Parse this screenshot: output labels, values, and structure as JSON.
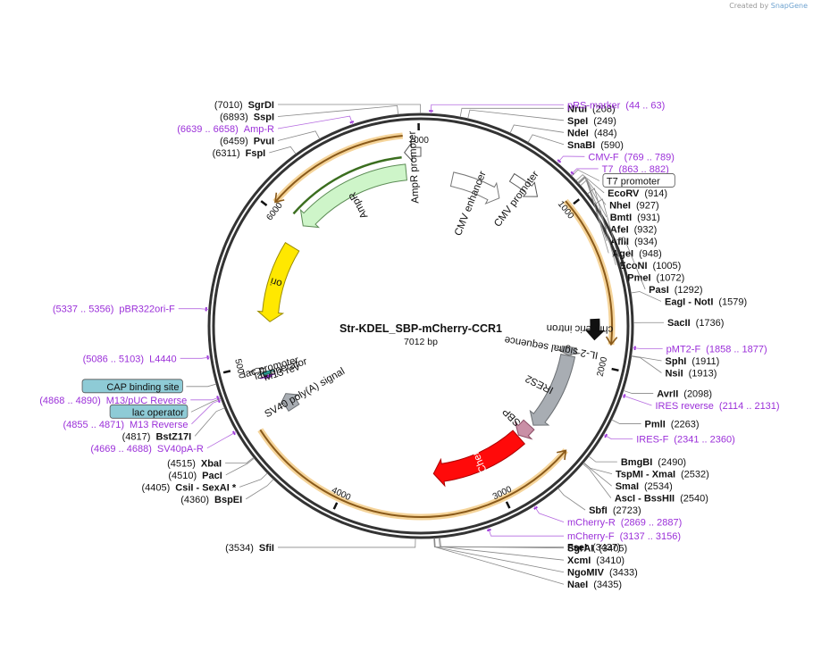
{
  "credit": {
    "prefix": "Created by",
    "brand": "SnapGene"
  },
  "map": {
    "name": "Str-KDEL_SBP-mCherry-CCR1",
    "size_label": "7012 bp",
    "length": 7012,
    "ticks": [
      "1000",
      "2000",
      "3000",
      "4000",
      "5000",
      "6000",
      "7000"
    ]
  },
  "colors": {
    "primer": "#9b30d9",
    "label": "#111111",
    "backbone": "#333333"
  },
  "features": [
    {
      "id": "cmv-enhancer",
      "label": "CMV enhancer",
      "kind": "enhancer",
      "start": 235,
      "end": 614,
      "strand": 1
    },
    {
      "id": "cmv-promoter",
      "label": "CMV promoter",
      "kind": "promoter",
      "start": 615,
      "end": 818,
      "strand": 1
    },
    {
      "id": "chimeric-intron",
      "label": "chimeric intron",
      "kind": "intron",
      "start": 1710,
      "end": 1842,
      "strand": 1
    },
    {
      "id": "il2-signal",
      "label": "IL-2 signal sequence",
      "kind": "cds",
      "start": 1910,
      "end": 1970,
      "strand": 1
    },
    {
      "id": "ires2",
      "label": "IRES2",
      "kind": "ires",
      "start": 1975,
      "end": 2560,
      "strand": 1
    },
    {
      "id": "sbp",
      "label": "SBP",
      "kind": "sbp",
      "start": 2580,
      "end": 2691,
      "strand": 1
    },
    {
      "id": "mcherry",
      "label": "mCherry",
      "kind": "mcherry",
      "start": 2700,
      "end": 3410,
      "strand": 1
    },
    {
      "id": "sv40-polya",
      "label": "SV40 poly(A) signal",
      "kind": "polya",
      "start": 4620,
      "end": 4741,
      "strand": 1
    },
    {
      "id": "m13-rev",
      "label": "M13 rev",
      "kind": "primerbind",
      "start": 4895,
      "end": 4912,
      "strand": 1
    },
    {
      "id": "lac-operator",
      "label": "lac operator",
      "kind": "operator",
      "start": 4920,
      "end": 4940,
      "strand": 1
    },
    {
      "id": "lac-promoter",
      "label": "lac promoter",
      "kind": "promoter2",
      "start": 4948,
      "end": 4978,
      "strand": 1
    },
    {
      "id": "ori",
      "label": "ori",
      "kind": "ori",
      "start": 5290,
      "end": 5875,
      "strand": -1
    },
    {
      "id": "ampr",
      "label": "AmpR",
      "kind": "ampr",
      "start": 6046,
      "end": 6906,
      "strand": -1
    },
    {
      "id": "ampr-promoter",
      "label": "AmpR promoter",
      "kind": "promoter",
      "start": 6907,
      "end": 7012,
      "strand": -1
    }
  ],
  "orf_arrows": [
    {
      "id": "orf-1",
      "start": 958,
      "end": 1862,
      "strand": 1
    },
    {
      "id": "orf-2",
      "start": 2545,
      "end": 4618,
      "strand": -1
    },
    {
      "id": "orf-3",
      "start": 6046,
      "end": 6906,
      "strand": -1
    }
  ],
  "right_labels": [
    {
      "pos": 208,
      "text": "NruI",
      "num": "(208)",
      "type": "enzyme",
      "style": "plain"
    },
    {
      "pos": 249,
      "text": "SpeI",
      "num": "(249)",
      "type": "enzyme",
      "style": "plain"
    },
    {
      "pos": 484,
      "text": "NdeI",
      "num": "(484)",
      "type": "enzyme",
      "style": "plain"
    },
    {
      "pos": 590,
      "text": "SnaBI",
      "num": "(590)",
      "type": "enzyme",
      "style": "plain"
    },
    {
      "pos": 779,
      "text": "CMV-F",
      "num": "(769 .. 789)",
      "type": "primer",
      "style": "plain"
    },
    {
      "pos": 872,
      "text": "T7",
      "num": "(863 .. 882)",
      "type": "primer",
      "style": "plain"
    },
    {
      "pos": 880,
      "text": "T7 promoter",
      "num": "",
      "type": "feature",
      "style": "boxed"
    },
    {
      "pos": 914,
      "text": "EcoRV",
      "num": "(914)",
      "type": "enzyme",
      "style": "plain"
    },
    {
      "pos": 927,
      "text": "NheI",
      "num": "(927)",
      "type": "enzyme",
      "style": "plain"
    },
    {
      "pos": 931,
      "text": "BmtI",
      "num": "(931)",
      "type": "enzyme",
      "style": "plain"
    },
    {
      "pos": 932,
      "text": "AfeI",
      "num": "(932)",
      "type": "enzyme",
      "style": "plain"
    },
    {
      "pos": 934,
      "text": "AflII",
      "num": "(934)",
      "type": "enzyme",
      "style": "plain"
    },
    {
      "pos": 948,
      "text": "AgeI",
      "num": "(948)",
      "type": "enzyme",
      "style": "plain"
    },
    {
      "pos": 1005,
      "text": "EcoNI",
      "num": "(1005)",
      "type": "enzyme",
      "style": "plain"
    },
    {
      "pos": 1072,
      "text": "PmeI",
      "num": "(1072)",
      "type": "enzyme",
      "style": "plain"
    },
    {
      "pos": 1292,
      "text": "PasI",
      "num": "(1292)",
      "type": "enzyme",
      "style": "plain"
    },
    {
      "pos": 1579,
      "text": "EagI  - NotI",
      "num": "(1579)",
      "type": "enzyme",
      "style": "plain"
    },
    {
      "pos": 1736,
      "text": "SacII",
      "num": "(1736)",
      "type": "enzyme",
      "style": "plain"
    },
    {
      "pos": 1868,
      "text": "pMT2-F",
      "num": "(1858 .. 1877)",
      "type": "primer",
      "style": "plain"
    },
    {
      "pos": 1911,
      "text": "SphI",
      "num": "(1911)",
      "type": "enzyme",
      "style": "plain"
    },
    {
      "pos": 1913,
      "text": "NsiI",
      "num": "(1913)",
      "type": "enzyme",
      "style": "plain"
    },
    {
      "pos": 2098,
      "text": "AvrII",
      "num": "(2098)",
      "type": "enzyme",
      "style": "plain"
    },
    {
      "pos": 2123,
      "text": "IRES reverse",
      "num": "(2114 .. 2131)",
      "type": "primer",
      "style": "plain"
    },
    {
      "pos": 2263,
      "text": "PmlI",
      "num": "(2263)",
      "type": "enzyme",
      "style": "plain"
    },
    {
      "pos": 2351,
      "text": "IRES-F",
      "num": "(2341 .. 2360)",
      "type": "primer",
      "style": "plain"
    },
    {
      "pos": 2490,
      "text": "BmgBI",
      "num": "(2490)",
      "type": "enzyme",
      "style": "plain"
    },
    {
      "pos": 2532,
      "text": "TspMI  - XmaI",
      "num": "(2532)",
      "type": "enzyme",
      "style": "plain"
    },
    {
      "pos": 2534,
      "text": "SmaI",
      "num": "(2534)",
      "type": "enzyme",
      "style": "plain"
    },
    {
      "pos": 2540,
      "text": "AscI  - BssHII",
      "num": "(2540)",
      "type": "enzyme",
      "style": "plain"
    },
    {
      "pos": 2723,
      "text": "SbfI",
      "num": "(2723)",
      "type": "enzyme",
      "style": "plain"
    },
    {
      "pos": 2878,
      "text": "mCherry-R",
      "num": "(2869 .. 2887)",
      "type": "primer",
      "style": "plain"
    },
    {
      "pos": 3146,
      "text": "mCherry-F",
      "num": "(3137 .. 3156)",
      "type": "primer",
      "style": "plain"
    },
    {
      "pos": 3405,
      "text": "SgrAI",
      "num": "(3405)",
      "type": "enzyme",
      "style": "plain"
    },
    {
      "pos": 3410,
      "text": "XcmI",
      "num": "(3410)",
      "type": "enzyme",
      "style": "plain"
    },
    {
      "pos": 3433,
      "text": "NgoMIV",
      "num": "(3433)",
      "type": "enzyme",
      "style": "plain"
    },
    {
      "pos": 3435,
      "text": "NaeI",
      "num": "(3435)",
      "type": "enzyme",
      "style": "plain"
    }
  ],
  "left_labels": [
    {
      "pos": 3437,
      "text": "FseI",
      "num": "(3437)",
      "type": "enzyme",
      "style": "plain"
    },
    {
      "pos": 3534,
      "text": "SfiI",
      "num": "(3534)",
      "type": "enzyme",
      "style": "plain"
    },
    {
      "pos": 4360,
      "text": "BspEI",
      "num": "(4360)",
      "type": "enzyme",
      "style": "plain"
    },
    {
      "pos": 4405,
      "text": "CsiI  - SexAI *",
      "num": "(4405)",
      "type": "enzyme",
      "style": "plain"
    },
    {
      "pos": 4510,
      "text": "PacI",
      "num": "(4510)",
      "type": "enzyme",
      "style": "plain"
    },
    {
      "pos": 4515,
      "text": "XbaI",
      "num": "(4515)",
      "type": "enzyme",
      "style": "plain"
    },
    {
      "pos": 4678,
      "text": "SV40pA-R",
      "num": "(4669 .. 4688)",
      "type": "primer",
      "style": "plain"
    },
    {
      "pos": 4817,
      "text": "BstZ17I",
      "num": "(4817)",
      "type": "enzyme",
      "style": "plain"
    },
    {
      "pos": 4863,
      "text": "M13 Reverse",
      "num": "(4855 .. 4871)",
      "type": "primer",
      "style": "plain"
    },
    {
      "pos": 4870,
      "text": "lac operator",
      "num": "",
      "type": "feature",
      "style": "filled"
    },
    {
      "pos": 4879,
      "text": "M13/pUC Reverse",
      "num": "(4868 .. 4890)",
      "type": "primer",
      "style": "plain"
    },
    {
      "pos": 4950,
      "text": "CAP binding site",
      "num": "",
      "type": "feature",
      "style": "filled"
    },
    {
      "pos": 5095,
      "text": "L4440",
      "num": "(5086 .. 5103)",
      "type": "primer",
      "style": "plain"
    },
    {
      "pos": 5346,
      "text": "pBR322ori-F",
      "num": "(5337 .. 5356)",
      "type": "primer",
      "style": "plain"
    },
    {
      "pos": 6311,
      "text": "FspI",
      "num": "(6311)",
      "type": "enzyme",
      "style": "plain"
    },
    {
      "pos": 6459,
      "text": "PvuI",
      "num": "(6459)",
      "type": "enzyme",
      "style": "plain"
    },
    {
      "pos": 6648,
      "text": "Amp-R",
      "num": "(6639 .. 6658)",
      "type": "primer",
      "style": "plain"
    },
    {
      "pos": 6893,
      "text": "SspI",
      "num": "(6893)",
      "type": "enzyme",
      "style": "plain"
    },
    {
      "pos": 7010,
      "text": "SgrDI",
      "num": "(7010)",
      "type": "enzyme",
      "style": "plain"
    },
    {
      "pos": 53,
      "text": "pRS-marker",
      "num": "(44 .. 63)",
      "type": "primer",
      "style": "plain"
    }
  ]
}
